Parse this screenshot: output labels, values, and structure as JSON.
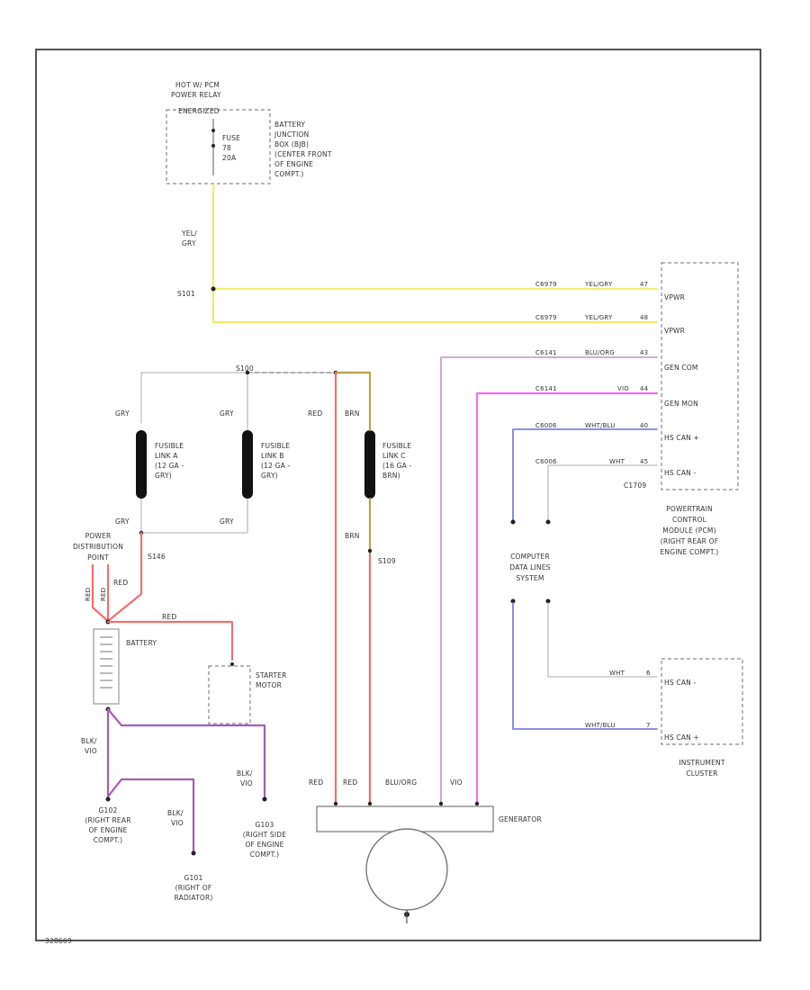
{
  "colors": {
    "yel_gry": "#f0ec70",
    "gry": "#bdbdbd",
    "red": "#f07070",
    "brn": "#b8a050",
    "blu_org": "#c8a0d0",
    "violet": "#f070f0",
    "wht_blu": "#8080e0",
    "wht": "#bdbdbd",
    "blk_vio": "#a060b0",
    "outline": "#555555"
  },
  "labels": {
    "hot_in_pcm": "HOT W/ PCM",
    "power_relay": "POWER RELAY",
    "energized": "ENERGIZED",
    "fuse": "FUSE",
    "fuse_no": "78",
    "fuse_amp": "20A",
    "bjb1": "BATTERY",
    "bjb2": "JUNCTION",
    "bjb3": "BOX (BJB)",
    "bjb4": "(CENTER FRONT",
    "bjb5": "OF ENGINE",
    "bjb6": "COMPT.)",
    "yel": "YEL/",
    "gry_w": "GRY",
    "s101": "S101",
    "s_top": "S100",
    "c_upper1": "C6979",
    "w_upper1": "YEL/GRY",
    "p_upper1": "47",
    "c_upper2": "C6979",
    "w_upper2": "YEL/GRY",
    "p_upper2": "48",
    "c_blu": "C6141",
    "w_blu": "BLU/ORG",
    "p_blu": "43",
    "c_vio": "C6141",
    "w_vio": "VIO",
    "p_vio": "44",
    "c_hs_plus": "C6006",
    "w_hs_plus": "WHT/BLU",
    "p_hs_plus": "40",
    "c_hs_minus": "C6006",
    "w_hs_minus": "WHT",
    "p_hs_minus": "45",
    "pcm_vpwr1": "VPWR",
    "pcm_vpwr2": "VPWR",
    "pcm_gen_com": "GEN COM",
    "pcm_gen_mon": "GEN MON",
    "pcm_hs_can_plus": "HS CAN +",
    "pcm_hs_can_minus": "HS CAN -",
    "c1709": "C1709",
    "pcm1": "POWERTRAIN",
    "pcm2": "CONTROL",
    "pcm3": "MODULE (PCM)",
    "pcm4": "(RIGHT REAR OF",
    "pcm5": "ENGINE COMPT.)",
    "gry_a_top": "GRY",
    "gry_b_top": "GRY",
    "red_c": "RED",
    "brn_c": "BRN",
    "fla1": "FUSIBLE",
    "fla2": "LINK A",
    "fla3": "(12 GA -",
    "fla4": "GRY)",
    "flb1": "FUSIBLE",
    "flb2": "LINK B",
    "flb3": "(12 GA -",
    "flb4": "GRY)",
    "flc1": "FUSIBLE",
    "flc2": "LINK C",
    "flc3": "(16 GA -",
    "flc4": "BRN)",
    "gry_a_bot": "GRY",
    "gry_b_bot": "GRY",
    "brn_bot": "BRN",
    "s146": "S146",
    "s109": "S109",
    "pdp1": "POWER",
    "pdp2": "DISTRIBUTION",
    "pdp3": "POINT",
    "red_v1": "RED",
    "red_v2": "RED",
    "red_v3": "RED",
    "red_h": "RED",
    "battery": "BATTERY",
    "starter1": "STARTER",
    "starter2": "MOTOR",
    "cdl1": "COMPUTER",
    "cdl2": "DATA LINES",
    "cdl3": "SYSTEM",
    "ic_hs_minus": "HS CAN -",
    "ic_hs_plus": "HS CAN +",
    "ic_w1": "WHT",
    "ic_p1": "6",
    "ic_w2": "WHT/BLU",
    "ic_p2": "7",
    "ic1": "INSTRUMENT",
    "ic2": "CLUSTER",
    "blk_vio1a": "BLK/",
    "blk_vio1b": "VIO",
    "blk_vio2a": "BLK/",
    "blk_vio2b": "VIO",
    "blk_vio3a": "BLK/",
    "blk_vio3b": "VIO",
    "g102_1": "G102",
    "g102_2": "(RIGHT REAR",
    "g102_3": "OF ENGINE",
    "g102_4": "COMPT.)",
    "g103_1": "G103",
    "g103_2": "(RIGHT SIDE",
    "g103_3": "OF ENGINE",
    "g103_4": "COMPT.)",
    "g101_1": "G101",
    "g101_2": "(RIGHT OF",
    "g101_3": "RADIATOR)",
    "gen_red1": "RED",
    "gen_red2": "RED",
    "gen_bluorg": "BLU/ORG",
    "gen_vio": "VIO",
    "generator": "GENERATOR",
    "footer": "328669"
  }
}
